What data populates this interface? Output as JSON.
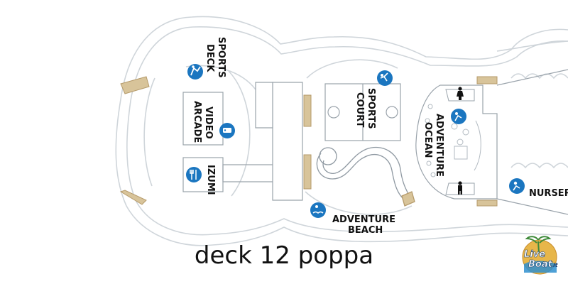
{
  "caption": "deck 12 poppa",
  "areas": {
    "sports_deck": [
      "SPORTS",
      "DECK"
    ],
    "video_arcade": [
      "VIDEO",
      "ARCADE"
    ],
    "izumi": "IZUMI",
    "sports_court": [
      "SPORTS",
      "COURT"
    ],
    "adventure_ocean": [
      "ADVENTURE",
      "OCEAN"
    ],
    "adventure_beach": [
      "ADVENTURE",
      "BEACH"
    ],
    "nursery": "NURSER"
  },
  "logo": {
    "word1": "Live",
    "word2": "Boat",
    "suffix": ".it"
  },
  "colors": {
    "icon_blue": "#1b76c0",
    "deck_line": "#cfd5da",
    "wood": "#d8c49a",
    "text": "#111111"
  },
  "icons": {
    "sports_deck": "climbing-wall-icon",
    "video_arcade": "arcade-icon",
    "izumi": "dining-icon",
    "sports_court": "basketball-icon",
    "adventure_ocean": "kids-club-icon",
    "adventure_beach": "water-park-icon",
    "nursery": "nursery-icon",
    "restroom_women": "female-restroom-icon",
    "restroom_men": "male-restroom-icon"
  }
}
